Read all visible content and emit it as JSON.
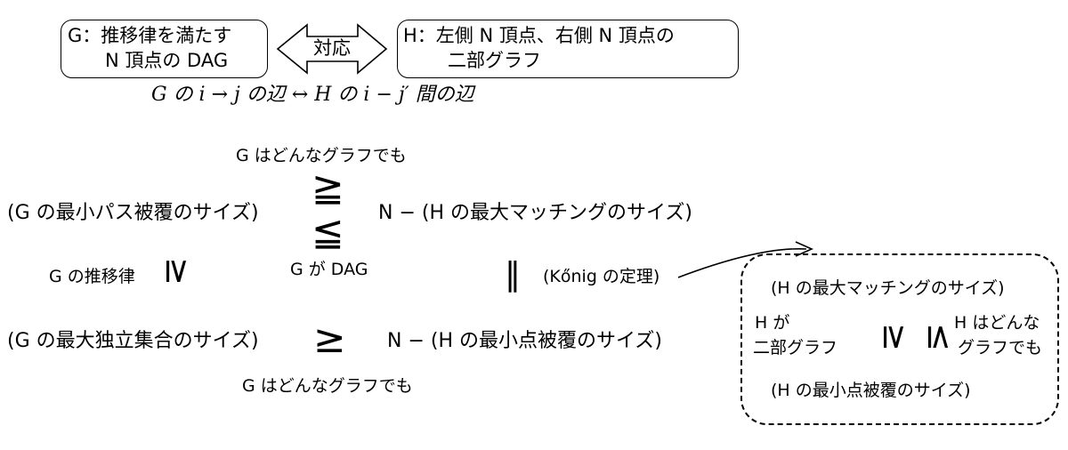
{
  "box_g": {
    "line1": "G：推移律を満たす",
    "line2": "N 頂点の DAG"
  },
  "arrow_label": "対応",
  "box_h": {
    "line1": "H：左側 N 頂点、右側 N 頂点の",
    "line2": "二部グラフ"
  },
  "edge_correspondence": "G の i → j の辺 ↔ H の i − j′ 間の辺",
  "g_any_top": "G はどんなグラフでも",
  "min_path_cover": "(G の最小パス被覆のサイズ)",
  "n_minus_max_matching": "N − (H の最大マッチングのサイズ)",
  "g_transitive": "G の推移律",
  "g_is_dag": "G が DAG",
  "konig": "(Kőnig の定理)",
  "max_independent_set": "(G の最大独立集合のサイズ)",
  "n_minus_min_vertex_cover": "N − (H の最小点被覆のサイズ)",
  "g_any_bottom": "G はどんなグラフでも",
  "right_box": {
    "max_matching": "(H の最大マッチングのサイズ)",
    "h_is_bipartite": [
      "H が",
      "二部グラフ"
    ],
    "h_any": [
      "H はどんな",
      "グラフでも"
    ],
    "min_vertex_cover": "(H の最小点被覆のサイズ)"
  },
  "symbols": {
    "geq": "≥",
    "leq": "≤",
    "geqq": "≧",
    "leqq": "≦",
    "eq": "‖"
  }
}
